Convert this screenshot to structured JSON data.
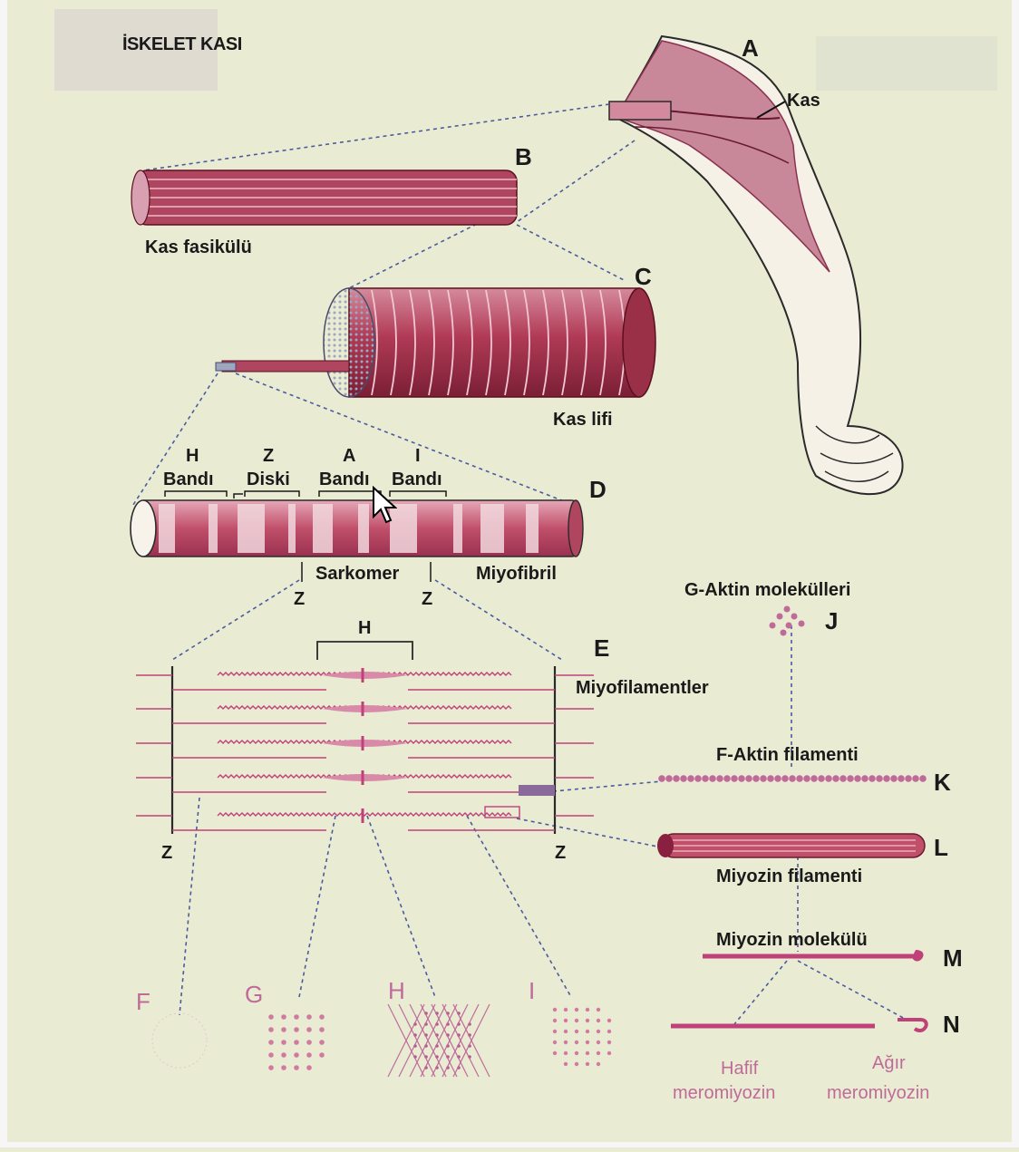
{
  "title": "İSKELET KASI",
  "panel_letters": {
    "a": "A",
    "b": "B",
    "c": "C",
    "d": "D",
    "e": "E",
    "f": "F",
    "g": "G",
    "h": "H",
    "i": "I",
    "j": "J",
    "k": "K",
    "l": "L",
    "m": "M",
    "n": "N"
  },
  "labels": {
    "kas": "Kas",
    "kas_fasikulu": "Kas fasikülü",
    "kas_lifi": "Kas lifi",
    "h_bandi_1": "H",
    "h_bandi_2": "Bandı",
    "z_diski_1": "Z",
    "z_diski_2": "Diski",
    "a_bandi_1": "A",
    "a_bandi_2": "Bandı",
    "i_bandi_1": "I",
    "i_bandi_2": "Bandı",
    "sarkomer": "Sarkomer",
    "miyofibril": "Miyofibril",
    "z_left": "Z",
    "z_right": "Z",
    "h_zone": "H",
    "miyofilamentler": "Miyofilamentler",
    "z_bottom_left": "Z",
    "z_bottom_right": "Z",
    "g_aktin": "G-Aktin molekülleri",
    "f_aktin": "F-Aktin filamenti",
    "miyozin_filamenti": "Miyozin filamenti",
    "miyozin_molekulu": "Miyozin molekülü",
    "hafif_1": "Hafif",
    "hafif_2": "meromiyozin",
    "agir_1": "Ağır",
    "agir_2": "meromiyozin"
  },
  "colors": {
    "muscle": "#b03a55",
    "muscle_dark": "#7a1f35",
    "filament": "#c0407a",
    "dotted": "#4a5aa0",
    "background": "#e9ecd3"
  }
}
